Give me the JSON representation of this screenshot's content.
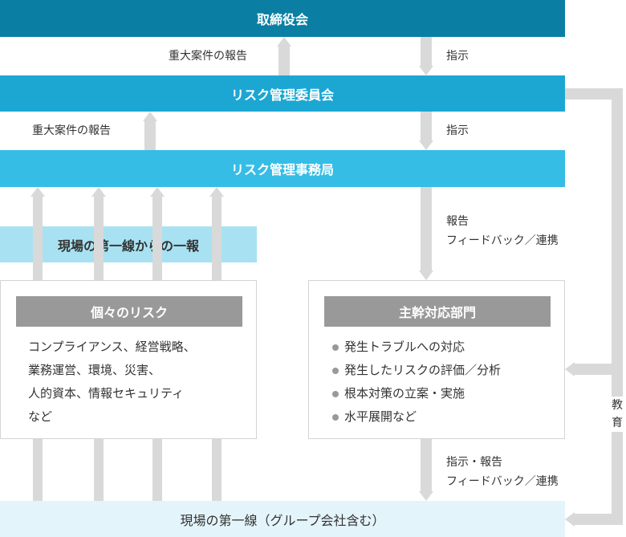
{
  "colors": {
    "board": "#0a7fa3",
    "committee": "#1ca7d3",
    "office": "#35bde6",
    "frontline_report": "#a8e2f2",
    "frontline": "#e4f4fb",
    "arrow": "#d9d9d9",
    "box_title": "#999999"
  },
  "bands": {
    "board": "取締役会",
    "committee": "リスク管理委員会",
    "office": "リスク管理事務局",
    "frontline_report": "現場の第一線からの一報",
    "frontline": "現場の第一線（グループ会社含む）"
  },
  "arrow_labels": {
    "report_to_board": "重大案件の報告",
    "instruct_from_board": "指示",
    "report_to_committee": "重大案件の報告",
    "instruct_from_committee": "指示",
    "office_to_dept_line1": "報告",
    "office_to_dept_line2": "フィードバック／連携",
    "dept_to_frontline_line1": "指示・報告",
    "dept_to_frontline_line2": "フィードバック／連携",
    "education_line1": "教",
    "education_line2": "育"
  },
  "risk_box": {
    "title": "個々のリスク",
    "lines": [
      "コンプライアンス、経営戦略、",
      "業務運営、環境、災害、",
      "人的資本、情報セキュリティ",
      "など"
    ]
  },
  "dept_box": {
    "title": "主幹対応部門",
    "items": [
      "発生トラブルへの対応",
      "発生したリスクの評価／分析",
      "根本対策の立案・実施",
      "水平展開など"
    ]
  }
}
